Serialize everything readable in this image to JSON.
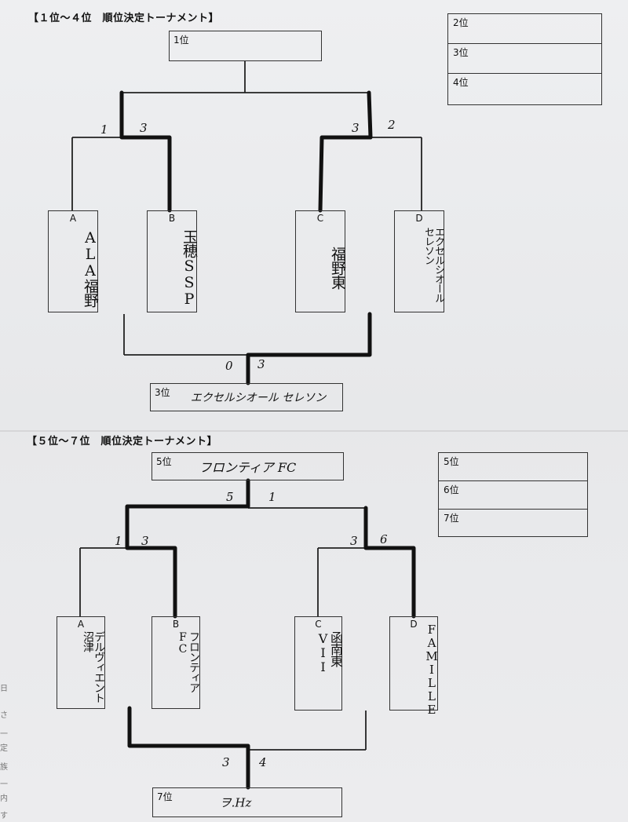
{
  "top": {
    "heading": "【１位～４位　順位決定トーナメント】",
    "first_box": {
      "label": "1位",
      "value": ""
    },
    "third_box": {
      "label": "3位",
      "value": "エクセルシオール セレソン"
    },
    "ranks": [
      "2位",
      "3位",
      "4位"
    ],
    "teams": [
      {
        "letter": "A",
        "name": "ALA福野"
      },
      {
        "letter": "B",
        "name": "玉穂SSP"
      },
      {
        "letter": "C",
        "name": "福野東"
      },
      {
        "letter": "D",
        "name": "エクセルシオールセレソン"
      }
    ],
    "scores": {
      "a": "1",
      "b": "3",
      "c": "3",
      "d": "2",
      "third_left": "0",
      "third_right": "3"
    }
  },
  "bottom": {
    "heading": "【５位～７位　順位決定トーナメント】",
    "fifth_box": {
      "label": "5位",
      "value": "フロンティア FC"
    },
    "seventh_box": {
      "label": "7位",
      "value": "ヲ.Hz"
    },
    "ranks": [
      "5位",
      "6位",
      "7位"
    ],
    "teams": [
      {
        "letter": "A",
        "name": "デルヴィエント沼津"
      },
      {
        "letter": "B",
        "name": "フロンティアFC"
      },
      {
        "letter": "C",
        "name": "函南東VII"
      },
      {
        "letter": "D",
        "name": "FAMILLE"
      }
    ],
    "scores": {
      "final_left": "5",
      "final_right": "1",
      "a": "1",
      "b": "3",
      "c": "3",
      "d": "6",
      "seventh_left": "3",
      "seventh_right": "4"
    }
  },
  "edge_notes": [
    "日",
    "さ",
    "一",
    "定",
    "族",
    "一",
    "内",
    "す"
  ]
}
